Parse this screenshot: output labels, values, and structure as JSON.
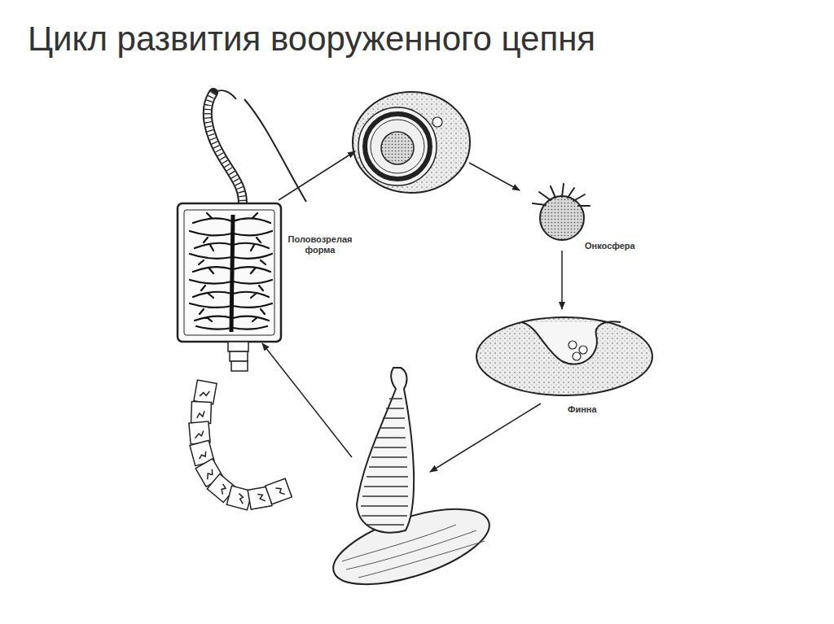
{
  "diagram": {
    "title": "Цикл развития вооруженного цепня",
    "labels": [
      "Половозрелая форма",
      "Онкосфера",
      "Финна"
    ]
  }
}
